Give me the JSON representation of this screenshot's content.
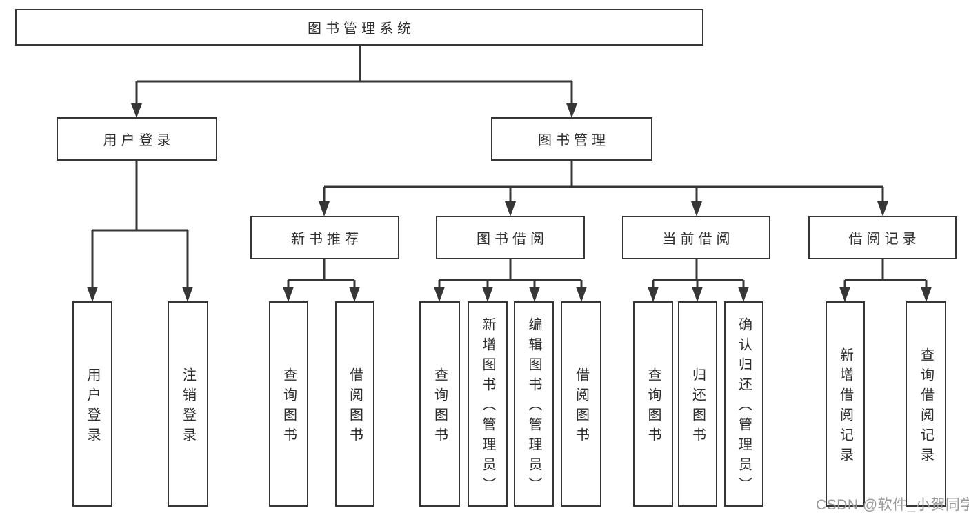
{
  "nodes": {
    "root": "图书管理系统",
    "login": "用户登录",
    "manage": "图书管理",
    "new_rec": "新书推荐",
    "borrow": "图书借阅",
    "current": "当前借阅",
    "record": "借阅记录",
    "login_user_login": "用户登录",
    "login_logout": "注销登录",
    "new_rec_query": "查询图书",
    "new_rec_borrow": "借阅图书",
    "borrow_query": "查询图书",
    "borrow_add": "新增图书（管理员）",
    "borrow_edit": "编辑图书（管理员）",
    "borrow_borrow": "借阅图书",
    "current_query": "查询图书",
    "current_return": "归还图书",
    "current_confirm": "确认归还（管理员）",
    "record_add": "新增借阅记录",
    "record_query": "查询借阅记录"
  },
  "edges": [
    {
      "from": "图书管理系统",
      "to": "用户登录"
    },
    {
      "from": "图书管理系统",
      "to": "图书管理"
    },
    {
      "from": "用户登录",
      "to": "用户登录"
    },
    {
      "from": "用户登录",
      "to": "注销登录"
    },
    {
      "from": "图书管理",
      "to": "新书推荐"
    },
    {
      "from": "图书管理",
      "to": "图书借阅"
    },
    {
      "from": "图书管理",
      "to": "当前借阅"
    },
    {
      "from": "图书管理",
      "to": "借阅记录"
    },
    {
      "from": "新书推荐",
      "to": "查询图书"
    },
    {
      "from": "新书推荐",
      "to": "借阅图书"
    },
    {
      "from": "图书借阅",
      "to": "查询图书"
    },
    {
      "from": "图书借阅",
      "to": "新增图书（管理员）"
    },
    {
      "from": "图书借阅",
      "to": "编辑图书（管理员）"
    },
    {
      "from": "图书借阅",
      "to": "借阅图书"
    },
    {
      "from": "当前借阅",
      "to": "查询图书"
    },
    {
      "from": "当前借阅",
      "to": "归还图书"
    },
    {
      "from": "当前借阅",
      "to": "确认归还（管理员）"
    },
    {
      "from": "借阅记录",
      "to": "新增借阅记录"
    },
    {
      "from": "借阅记录",
      "to": "查询借阅记录"
    }
  ],
  "watermark": "CSDN @软件_小贺同学",
  "colors": {
    "line": "#363636",
    "box_border": "#363636",
    "box_background": "#ffffff",
    "text": "#2e2e2e",
    "watermark": "#999999",
    "page_background": "#ffffff"
  }
}
